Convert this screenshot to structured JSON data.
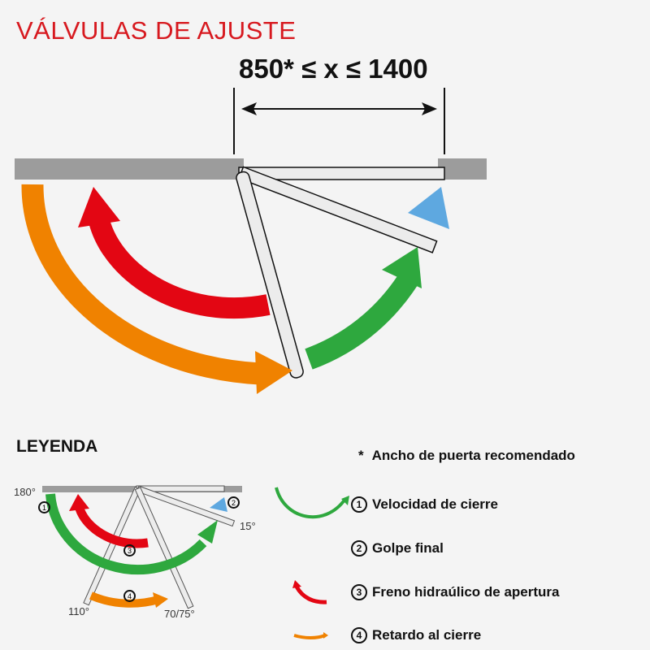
{
  "title": "VÁLVULAS DE AJUSTE",
  "dimension": {
    "label": "850* ≤ x ≤ 1400"
  },
  "colors": {
    "title_red": "#d7191f",
    "wall_gray": "#9c9c9c",
    "door_fill": "#ececec",
    "green": "#2ea83e",
    "red": "#e30613",
    "orange": "#f08200",
    "blue": "#5ea8e0"
  },
  "legend": {
    "heading": "LEYENDA",
    "note": {
      "star": "*",
      "text": "Ancho de puerta recomendado"
    },
    "items": [
      {
        "num": "1",
        "label": "Velocidad de cierre",
        "color": "green"
      },
      {
        "num": "2",
        "label": "Golpe final",
        "color": "blue"
      },
      {
        "num": "3",
        "label": "Freno hidraúlico de apertura",
        "color": "red"
      },
      {
        "num": "4",
        "label": "Retardo al cierre",
        "color": "orange"
      }
    ],
    "angles": {
      "a180": "180°",
      "a15": "15°",
      "a110": "110°",
      "a70": "70/75°"
    },
    "markers": {
      "m1": "1",
      "m2": "2",
      "m3": "3",
      "m4": "4"
    }
  }
}
